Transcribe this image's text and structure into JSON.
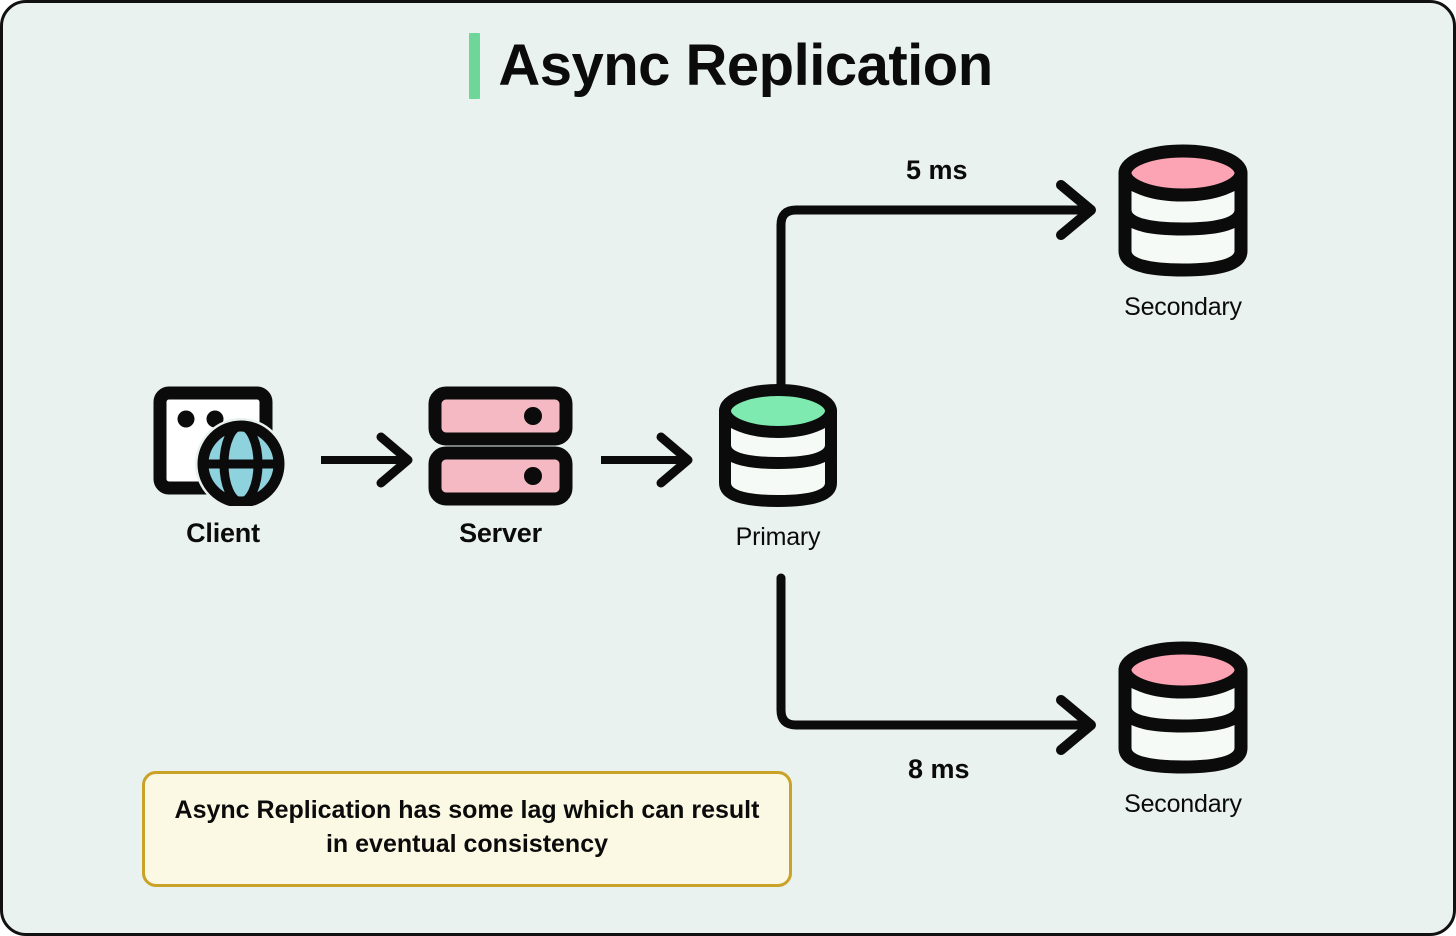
{
  "diagram": {
    "title": "Async Replication",
    "accent_color": "#6fd69a",
    "background_color": "#e9f2ee",
    "border_color": "#111111",
    "nodes": [
      {
        "id": "client",
        "label": "Client",
        "icon": "browser-globe-icon",
        "color": "#8ed2de"
      },
      {
        "id": "server",
        "label": "Server",
        "icon": "server-rack-icon",
        "color": "#f4b9c3"
      },
      {
        "id": "primary",
        "label": "Primary",
        "icon": "database-icon",
        "color": "#7eeab0"
      },
      {
        "id": "secondary-top",
        "label": "Secondary",
        "icon": "database-icon",
        "color": "#fca3b4"
      },
      {
        "id": "secondary-bottom",
        "label": "Secondary",
        "icon": "database-icon",
        "color": "#fca3b4"
      }
    ],
    "connectors": [
      {
        "id": "client-to-server",
        "from": "client",
        "to": "server",
        "style": "straight-arrow",
        "label": ""
      },
      {
        "id": "server-to-primary",
        "from": "server",
        "to": "primary",
        "style": "straight-arrow",
        "label": ""
      },
      {
        "id": "primary-to-secondary-top",
        "from": "primary",
        "to": "secondary-top",
        "style": "elbow-arrow",
        "label": "5 ms",
        "label_position": "above"
      },
      {
        "id": "primary-to-secondary-bottom",
        "from": "primary",
        "to": "secondary-bottom",
        "style": "elbow-arrow",
        "label": "8 ms",
        "label_position": "below"
      }
    ],
    "note": {
      "text": "Async Replication has some lag which can result in eventual consistency",
      "background_color": "#fbf8e4",
      "border_color": "#c9a227"
    }
  }
}
